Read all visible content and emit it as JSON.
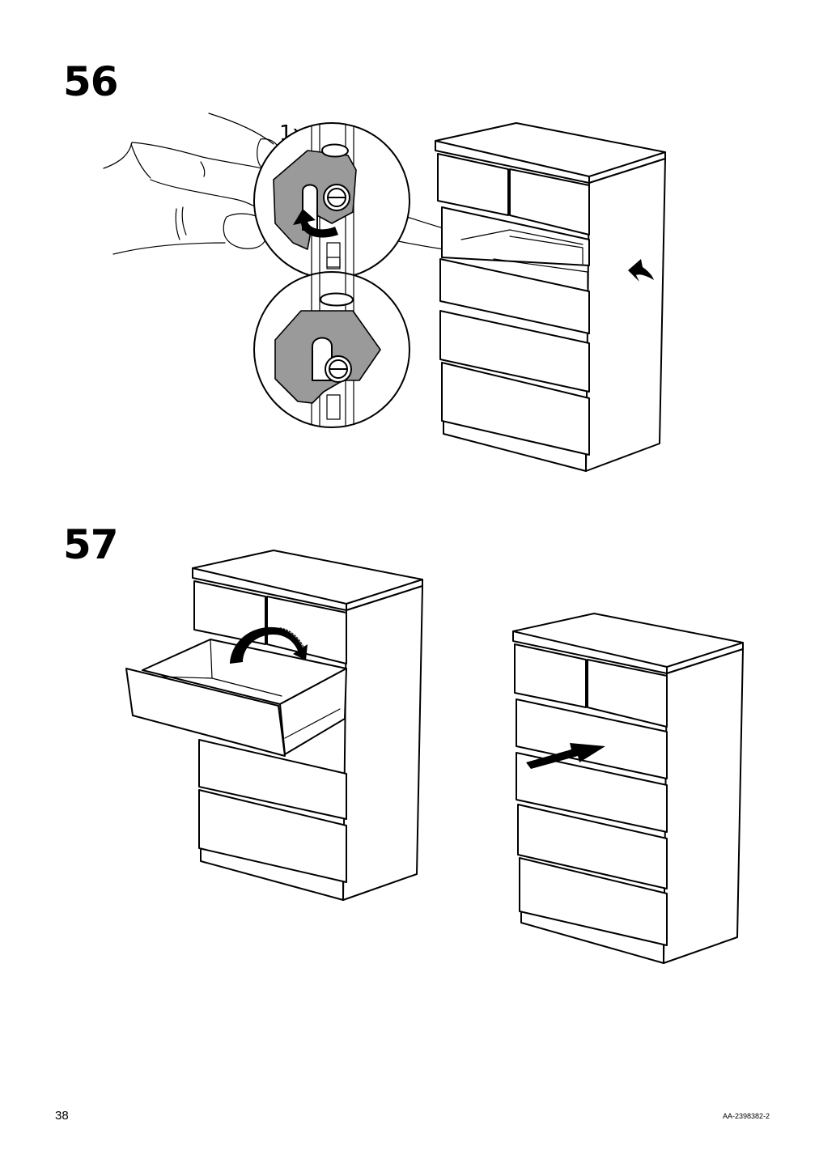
{
  "steps": [
    {
      "number": "56",
      "quantity_label": "1x"
    },
    {
      "number": "57"
    }
  ],
  "footer": {
    "page_number": "38",
    "document_code": "AA-2398382-2"
  },
  "icons": [
    "hand-icon",
    "drawer-stop-clip-icon",
    "rotate-arrow-icon",
    "chest-of-drawers-icon",
    "push-arrow-icon"
  ]
}
